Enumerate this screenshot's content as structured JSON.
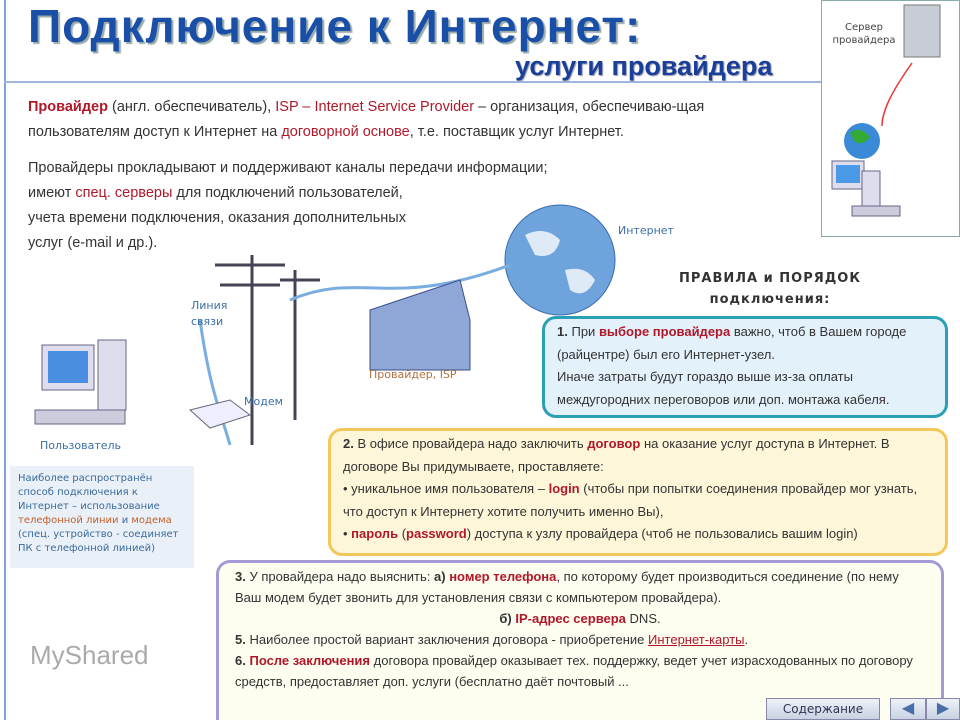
{
  "title": "Подключение к Интернет:",
  "subtitle": "услуги провайдера",
  "corner": {
    "server_label": "Сервер провайдера"
  },
  "intro": {
    "p1": [
      "Провайдер",
      "(англ. обеспечиватель),",
      "ISP – Internet Service Provider",
      "– организация, обеспечиваю-щая пользователям доступ к Интернет на",
      "договорной основе",
      ", т.е. поставщик услуг Интернет."
    ],
    "p2": [
      "Провайдеры прокладывают и поддерживают каналы передачи информации;",
      "имеют",
      "спец. серверы",
      "для подключений пользователей,",
      "учета времени подключения, оказания дополнительных",
      "услуг (e-mail и др.)."
    ]
  },
  "diagram": {
    "internet": "Интернет",
    "line": "Линия связи",
    "provider": "Провайдер,  ISP",
    "modem": "Модем",
    "user": "Пользователь"
  },
  "note": [
    "Наиболее распространён способ подключения к Интернет – использование",
    "телефонной линии",
    "и",
    "модема",
    "(спец. устройство - соединяет ПК с телефонной линией)"
  ],
  "rules_heading": [
    "ПРАВИЛА и ПОРЯДОК",
    "подключения:"
  ],
  "rule1": [
    "1.",
    "При",
    "выборе провайдера",
    "важно, чтоб в Вашем городе (райцентре) был его Интернет-узел.",
    "Иначе затраты будут гораздо выше из-за оплаты междугородних переговоров или доп. монтажа кабеля."
  ],
  "rule2": [
    "2.",
    "В офисе провайдера надо заключить",
    "договор",
    "на оказание услуг доступа в Интернет.   В договоре Вы придумываете, проставляете:",
    "уникальное имя пользователя –",
    "login",
    "(чтобы при попытки соединения провайдер мог узнать, что доступ к Интернету хотите получить именно Вы),",
    "пароль",
    "(",
    "password",
    ") доступа к узлу провайдера (чтоб не пользовались вашим login)"
  ],
  "rule3": [
    "3.",
    "У провайдера надо выяснить:",
    "а)",
    "номер телефона",
    ", по которому будет производиться соединение (по нему Ваш модем будет звонить для установления связи с компьютером провайдера).",
    "б)",
    "IP-адрес сервера",
    "DNS."
  ],
  "rule5": [
    "5.",
    "Наиболее простой вариант заключения договора - приобретение",
    "Интернет-карты",
    "."
  ],
  "rule6": [
    "6.",
    "После заключения",
    "договора провайдер оказывает тех. поддержку, ведет учет израсходованных по договору средств, предоставляет доп. услуги (бесплатно даёт почтовый ..."
  ],
  "nav": {
    "contents": "Содержание",
    "prev": "◀",
    "next": "▶"
  },
  "watermark": "MyShared"
}
